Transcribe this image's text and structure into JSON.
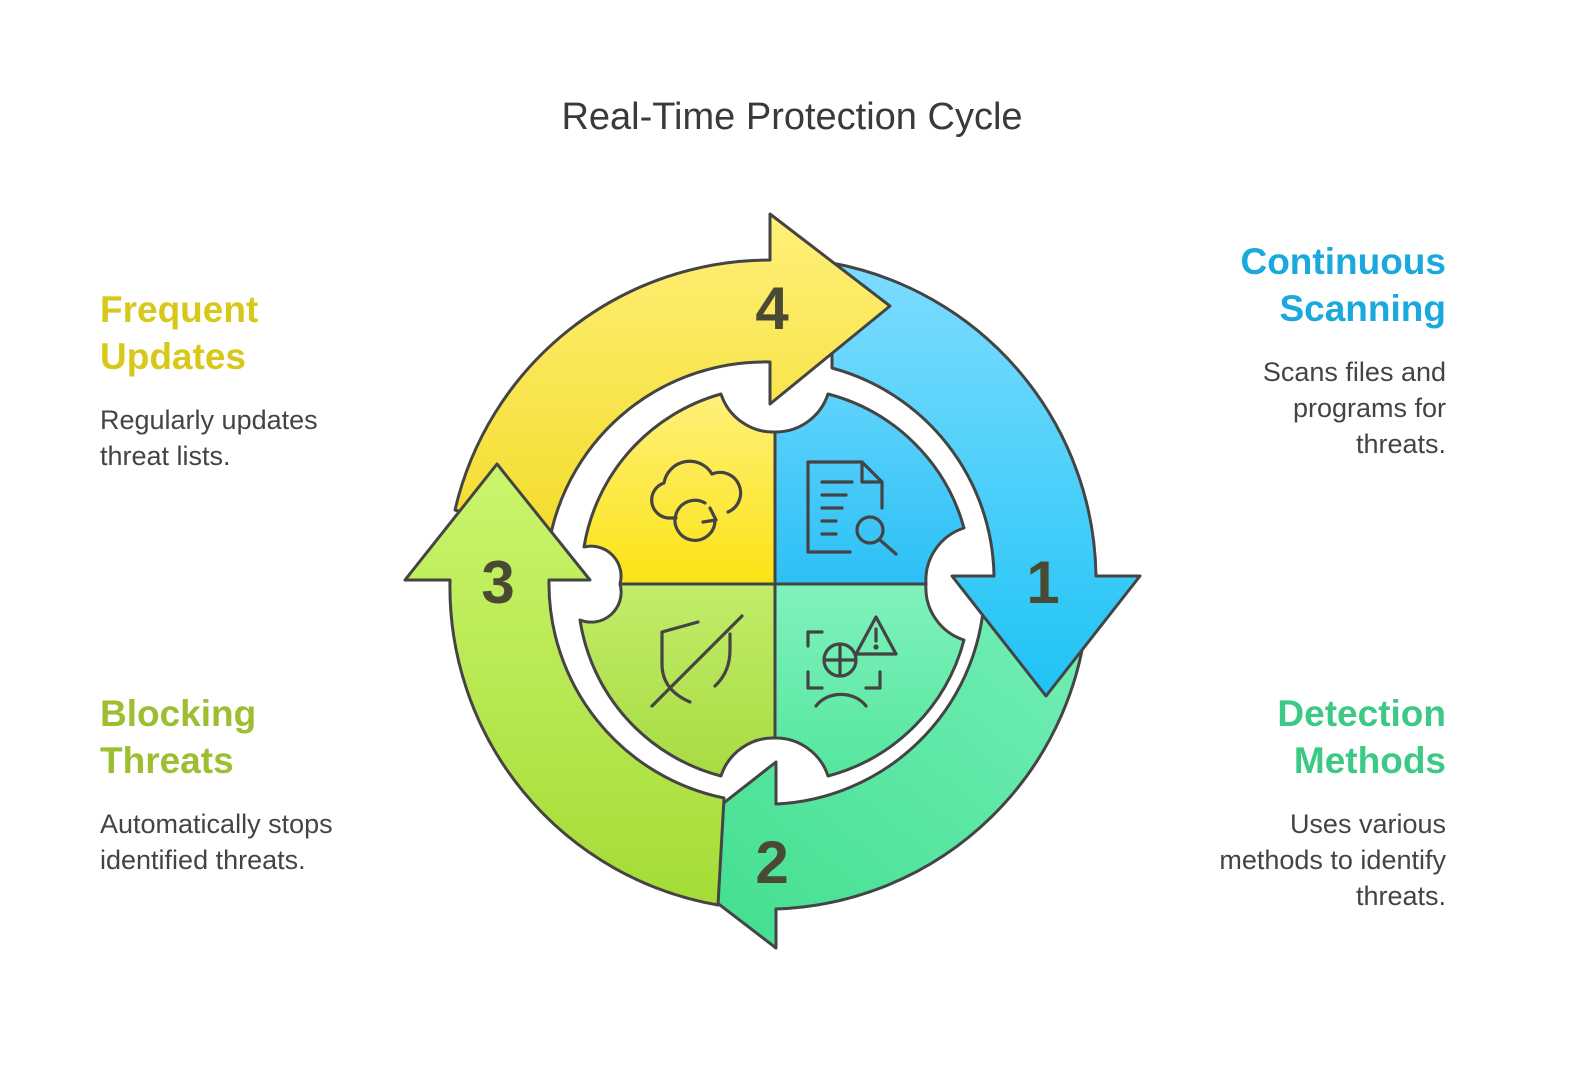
{
  "title": "Real-Time Protection Cycle",
  "steps": [
    {
      "number": "1",
      "heading_line1": "Continuous",
      "heading_line2": "Scanning",
      "desc_line1": "Scans files and",
      "desc_line2": "programs for",
      "desc_line3": "threats.",
      "color": "#1aa9dd",
      "icon": "document-search-icon"
    },
    {
      "number": "2",
      "heading_line1": "Detection",
      "heading_line2": "Methods",
      "desc_line1": "Uses various",
      "desc_line2": "methods to identify",
      "desc_line3": "threats.",
      "color": "#3cc986",
      "icon": "face-scan-warning-icon"
    },
    {
      "number": "3",
      "heading_line1": "Blocking",
      "heading_line2": "Threats",
      "desc_line1": "Automatically stops",
      "desc_line2": "identified threats.",
      "color": "#9cbe30",
      "icon": "shield-off-icon"
    },
    {
      "number": "4",
      "heading_line1": "Frequent",
      "heading_line2": "Updates",
      "desc_line1": "Regularly updates",
      "desc_line2": "threat lists.",
      "color": "#d8c81a",
      "icon": "cloud-refresh-icon"
    }
  ]
}
